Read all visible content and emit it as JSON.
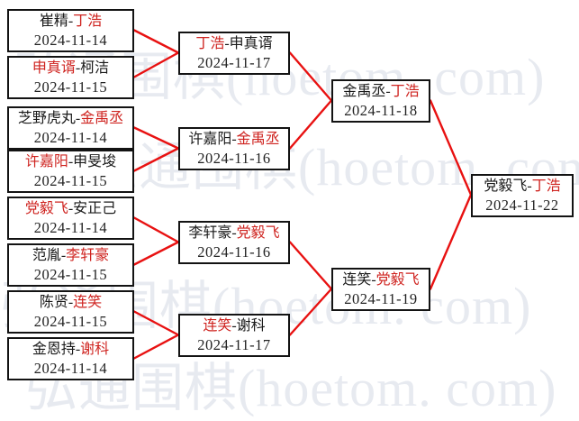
{
  "separator": "-",
  "colors": {
    "line_red": "#e81111",
    "winner_red": "#cf2420",
    "text_black": "#1a1a1a",
    "border_black": "#131313",
    "watermark_gray": "#dfe4ec"
  },
  "watermark": {
    "text": "弘通围棋(hoetom. com)"
  },
  "rounds": {
    "r1": [
      {
        "p1": "崔精",
        "p1_result": "loss",
        "p2": "丁浩",
        "p2_result": "win",
        "date": "2024-11-14"
      },
      {
        "p1": "申真谞",
        "p1_result": "win",
        "p2": "柯洁",
        "p2_result": "loss",
        "date": "2024-11-15"
      },
      {
        "p1": "芝野虎丸",
        "p1_result": "loss",
        "p2": "金禹丞",
        "p2_result": "win",
        "date": "2024-11-14"
      },
      {
        "p1": "许嘉阳",
        "p1_result": "win",
        "p2": "申旻埈",
        "p2_result": "loss",
        "date": "2024-11-15"
      },
      {
        "p1": "党毅飞",
        "p1_result": "win",
        "p2": "安正己",
        "p2_result": "loss",
        "date": "2024-11-14"
      },
      {
        "p1": "范胤",
        "p1_result": "loss",
        "p2": "李轩豪",
        "p2_result": "win",
        "date": "2024-11-15"
      },
      {
        "p1": "陈贤",
        "p1_result": "loss",
        "p2": "连笑",
        "p2_result": "win",
        "date": "2024-11-15"
      },
      {
        "p1": "金恩持",
        "p1_result": "loss",
        "p2": "谢科",
        "p2_result": "win",
        "date": "2024-11-14"
      }
    ],
    "r2": [
      {
        "p1": "丁浩",
        "p1_result": "win",
        "p2": "申真谞",
        "p2_result": "loss",
        "date": "2024-11-17"
      },
      {
        "p1": "许嘉阳",
        "p1_result": "loss",
        "p2": "金禹丞",
        "p2_result": "win",
        "date": "2024-11-16"
      },
      {
        "p1": "李轩豪",
        "p1_result": "loss",
        "p2": "党毅飞",
        "p2_result": "win",
        "date": "2024-11-16"
      },
      {
        "p1": "连笑",
        "p1_result": "win",
        "p2": "谢科",
        "p2_result": "loss",
        "date": "2024-11-17"
      }
    ],
    "r3": [
      {
        "p1": "金禹丞",
        "p1_result": "loss",
        "p2": "丁浩",
        "p2_result": "win",
        "date": "2024-11-18"
      },
      {
        "p1": "连笑",
        "p1_result": "loss",
        "p2": "党毅飞",
        "p2_result": "win",
        "date": "2024-11-19"
      }
    ],
    "final": [
      {
        "p1": "党毅飞",
        "p1_result": "loss",
        "p2": "丁浩",
        "p2_result": "win",
        "date": "2024-11-22"
      }
    ]
  }
}
